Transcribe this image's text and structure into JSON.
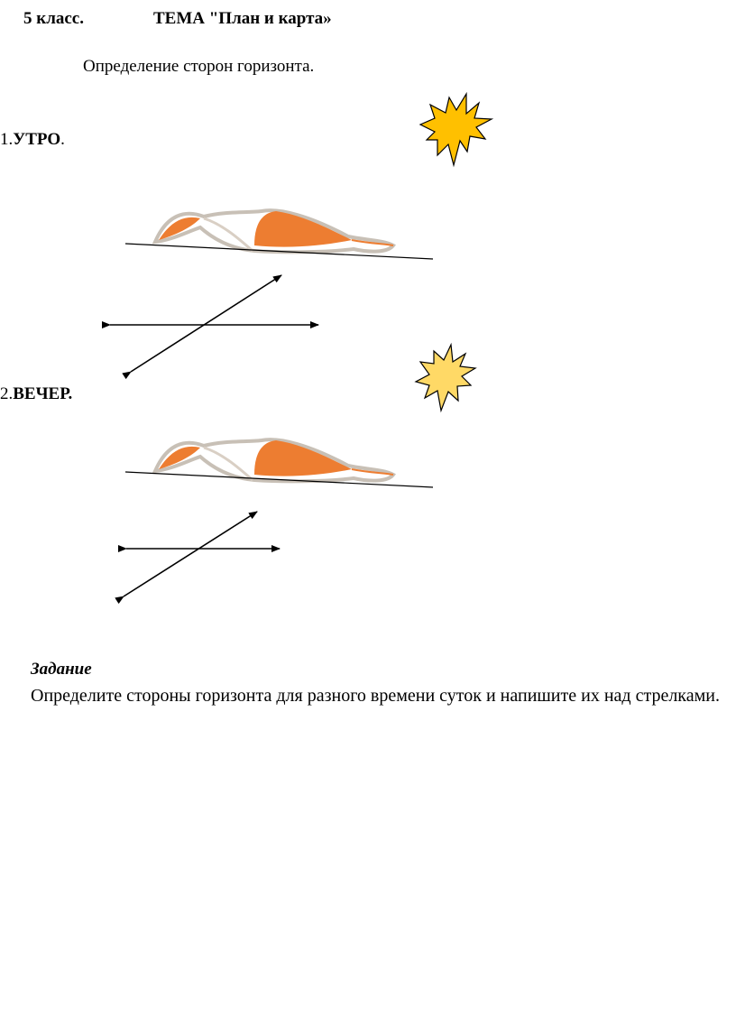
{
  "header": {
    "grade": "5 класс.",
    "topic": "ТЕМА  \"План и карта»"
  },
  "subtitle": "Определение сторон горизонта.",
  "sections": [
    {
      "number": "1.",
      "label": "УТРО",
      "suffix": "."
    },
    {
      "number": "2.",
      "label": "ВЕЧЕР.",
      "suffix": ""
    }
  ],
  "task": {
    "title": "Задание",
    "text": "Определите   стороны  горизонта для разного времени суток  и напишите их над стрелками."
  },
  "colors": {
    "sun_morning": "#ffc000",
    "sun_evening": "#ffd966",
    "figure_fill": "#ed7d31",
    "figure_shadow": "#c8c0b6"
  }
}
